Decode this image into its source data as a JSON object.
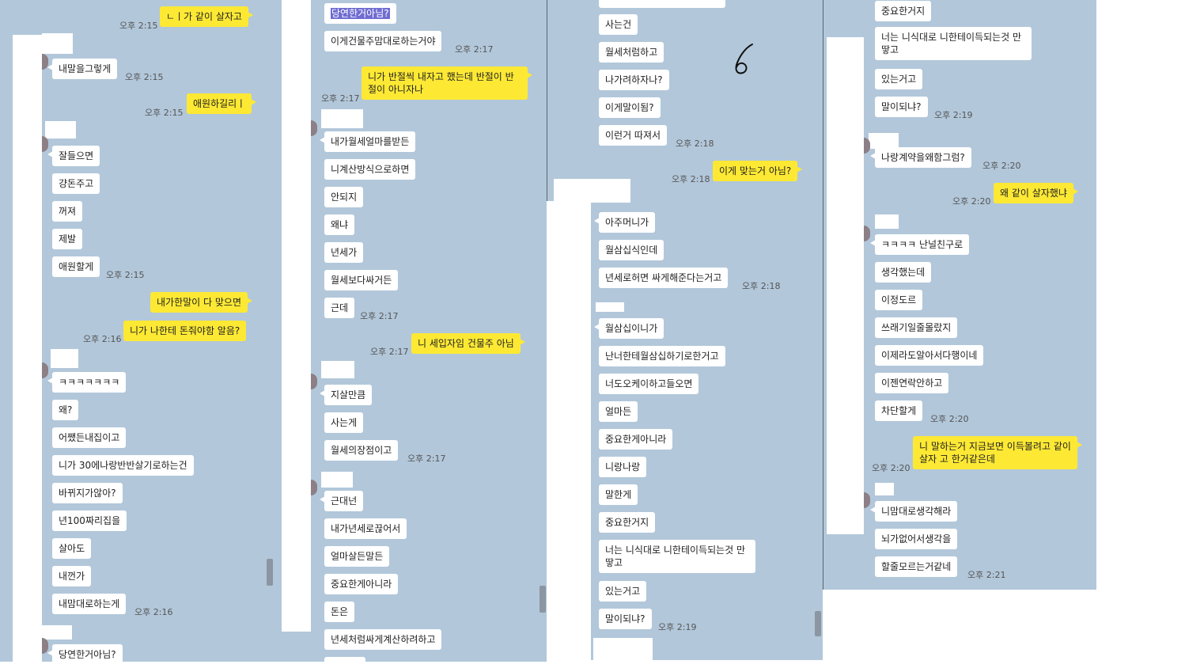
{
  "panel1": {
    "messages": [
      {
        "text": "ㄴㅣ가 같이 살자고",
        "time": "오후 2:15"
      },
      {
        "text": "내말을그렇게",
        "time": "오후 2:15"
      },
      {
        "text": "애원하길리ㅣ",
        "time": "오후 2:15"
      },
      {
        "text": "잘들으면"
      },
      {
        "text": "걍돈주고"
      },
      {
        "text": "꺼져"
      },
      {
        "text": "제발"
      },
      {
        "text": "애원할게",
        "time": "오후 2:15"
      },
      {
        "text": "내가한말이 다 맞으면"
      },
      {
        "text": "니가 나한테 돈줘야함 알음?",
        "time": "오후 2:16"
      },
      {
        "text": "ㅋㅋㅋㅋㅋㅋㅋ"
      },
      {
        "text": "왜?"
      },
      {
        "text": "어쨌든내집이고"
      },
      {
        "text": "니가 30에나랑반반살기로하는건"
      },
      {
        "text": "바뀌지가않아?"
      },
      {
        "text": "년100짜리집을"
      },
      {
        "text": "살아도"
      },
      {
        "text": "내껀가"
      },
      {
        "text": "내맘대로하는게",
        "time": "오후 2:16"
      },
      {
        "text": "당연한거아님?"
      }
    ]
  },
  "panel2": {
    "messages": [
      {
        "text": "당연한거아님?"
      },
      {
        "text": "이게건물주맘대로하는거야",
        "time": "오후 2:17"
      },
      {
        "text": "니가 반절씩 내자고 했는데 반절이 반절이 아니자나",
        "time": "오후 2:17"
      },
      {
        "text": "내가월세얼마를받든"
      },
      {
        "text": "니계산방식으로하면"
      },
      {
        "text": "안되지"
      },
      {
        "text": "왜냐"
      },
      {
        "text": "년세가"
      },
      {
        "text": "월세보다싸거든"
      },
      {
        "text": "근데",
        "time": "오후 2:17"
      },
      {
        "text": "니 세입자임 건물주 아님",
        "time": "오후 2:17"
      },
      {
        "text": "지살만큼"
      },
      {
        "text": "사는게"
      },
      {
        "text": "월세의장점이고",
        "time": "오후 2:17"
      },
      {
        "text": "근대넌"
      },
      {
        "text": "내가년세로끊어서"
      },
      {
        "text": "얼마살든말든"
      },
      {
        "text": "중요한게아니라"
      },
      {
        "text": "돈은"
      },
      {
        "text": "년세처럼싸게계산하려하고"
      }
    ]
  },
  "panel3": {
    "annotation": "6",
    "messages": [
      {
        "text": "사는건"
      },
      {
        "text": "월세처럼하고"
      },
      {
        "text": "나가려하자나?"
      },
      {
        "text": "이게말이됨?"
      },
      {
        "text": "이런거 따져서",
        "time": "오후 2:18"
      },
      {
        "text": "이게 맞는거 아님?",
        "time": "오후 2:18"
      },
      {
        "text": "아주머니가"
      },
      {
        "text": "월삼십식인데"
      },
      {
        "text": "년세로허면 싸게해준다는거고",
        "time": "오후 2:18"
      },
      {
        "text": "월삼십이니가"
      },
      {
        "text": "난너한테월삼십하기로한거고"
      },
      {
        "text": "너도오케이하고들오면"
      },
      {
        "text": "얼마든"
      },
      {
        "text": "중요한게아니라"
      },
      {
        "text": "니랑나랑"
      },
      {
        "text": "말한게"
      },
      {
        "text": "중요한거지"
      },
      {
        "text": "너는 니식대로 니한테이득되는것 만땋고"
      },
      {
        "text": "있는거고"
      },
      {
        "text": "말이되냐?",
        "time": "오후 2:19"
      }
    ]
  },
  "panel4": {
    "messages": [
      {
        "text": "중요한거지"
      },
      {
        "text": "너는 니식대로 니한테이득되는것 만땋고"
      },
      {
        "text": "있는거고"
      },
      {
        "text": "말이되냐?",
        "time": "오후 2:19"
      },
      {
        "text": "나랑계약을왜함그럼?",
        "time": "오후 2:20"
      },
      {
        "text": "왜 같이 살자했냐",
        "time": "오후 2:20"
      },
      {
        "text": "ㅋㅋㅋㅋ 난널친구로"
      },
      {
        "text": "생각했는데"
      },
      {
        "text": "이정도르"
      },
      {
        "text": "쓰래기일줄몰랐지"
      },
      {
        "text": "이제라도알아서다행이네"
      },
      {
        "text": "이젠연락안하고"
      },
      {
        "text": "차단할게",
        "time": "오후 2:20"
      },
      {
        "text": "니 말하는거 지금보면 이득볼려고 같이 살자 고 한거같은데",
        "time": "오후 2:20"
      },
      {
        "text": "니맘대로생각해라"
      },
      {
        "text": "뇌가없어서생각을"
      },
      {
        "text": "할줄모르는거같네",
        "time": "오후 2:21"
      }
    ]
  }
}
